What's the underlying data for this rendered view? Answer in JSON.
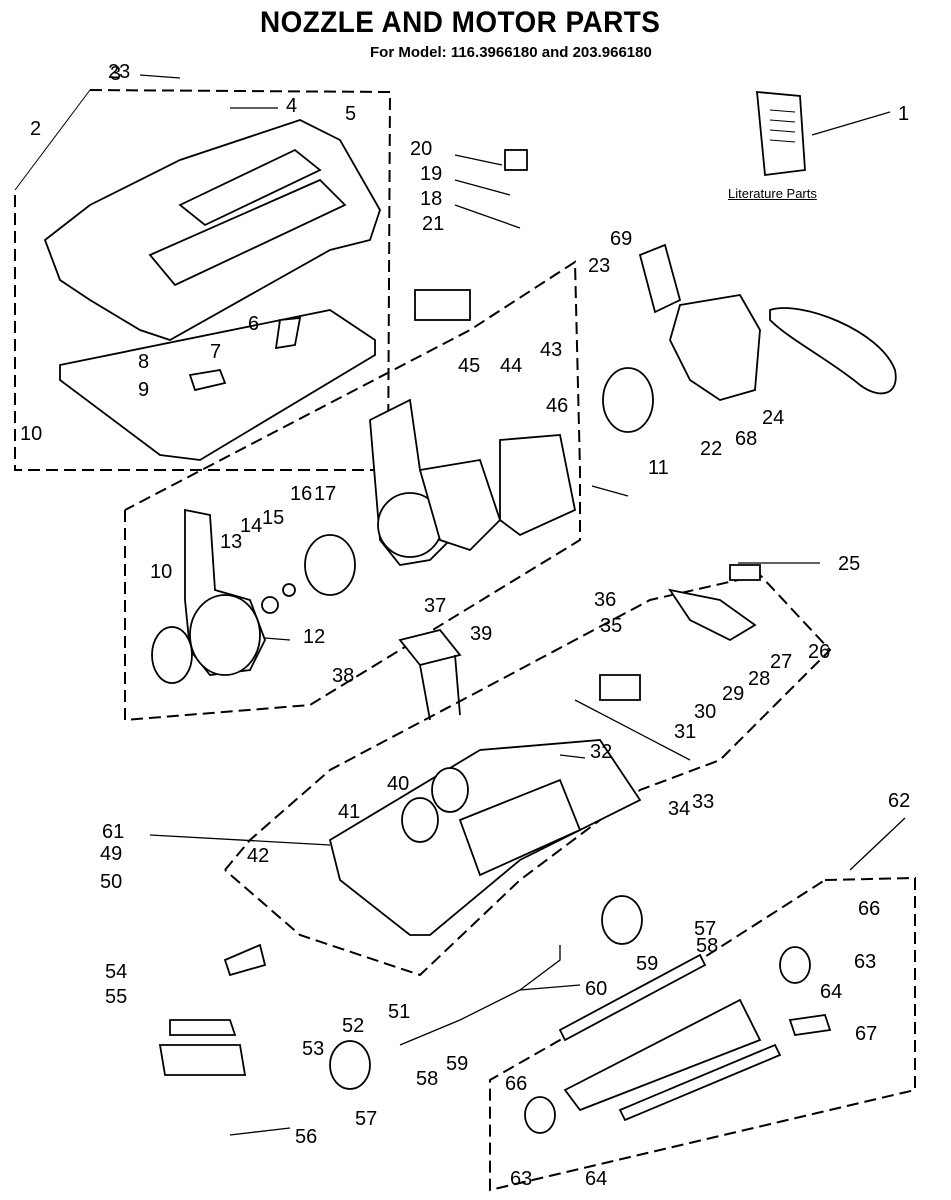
{
  "title": "NOZZLE AND MOTOR PARTS",
  "subtitle": "For Model: 116.3966180 and 203.966180",
  "literature_label": "Literature Parts",
  "callouts": [
    "1",
    "2",
    "3",
    "4",
    "5",
    "6",
    "7",
    "8",
    "9",
    "10",
    "10",
    "11",
    "12",
    "13",
    "14",
    "15",
    "16",
    "17",
    "18",
    "19",
    "20",
    "21",
    "22",
    "23",
    "23",
    "24",
    "25",
    "26",
    "27",
    "28",
    "29",
    "30",
    "31",
    "32",
    "33",
    "34",
    "35",
    "36",
    "37",
    "38",
    "39",
    "40",
    "41",
    "42",
    "43",
    "44",
    "45",
    "46",
    "49",
    "50",
    "51",
    "52",
    "53",
    "54",
    "55",
    "56",
    "57",
    "57",
    "58",
    "58",
    "59",
    "59",
    "60",
    "61",
    "62",
    "63",
    "63",
    "64",
    "64",
    "66",
    "66",
    "67",
    "68",
    "69"
  ]
}
